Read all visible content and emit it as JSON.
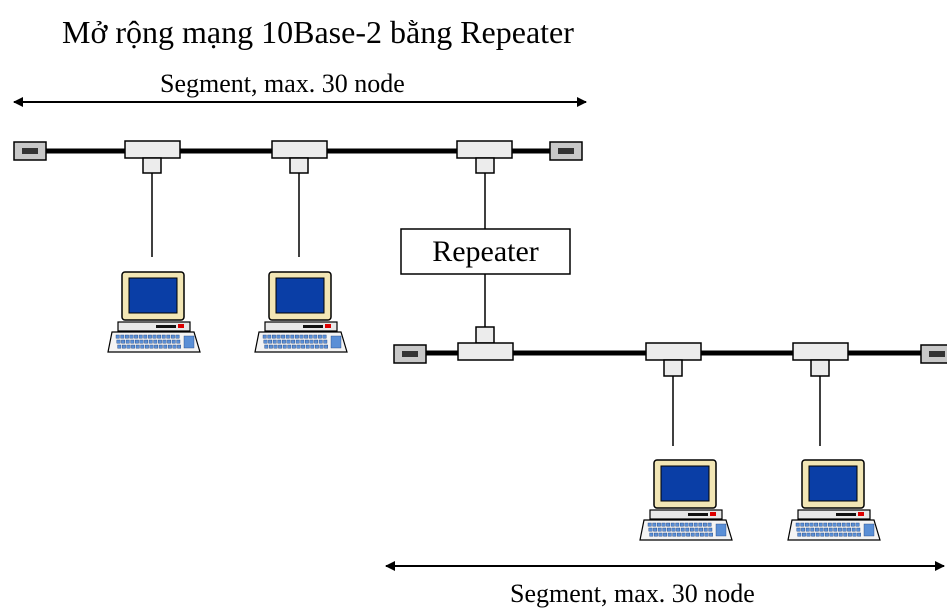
{
  "title": "Mở rộng mạng 10Base-2 bằng Repeater",
  "segment_top": {
    "label": "Segment, max. 30 node"
  },
  "segment_bottom": {
    "label": "Segment, max. 30 node"
  },
  "repeater": {
    "label": "Repeater"
  },
  "colors": {
    "cable": "#000000",
    "connector_fill": "#ececec",
    "terminator_fill": "#c8c8c8",
    "screen": "#0a3ea6",
    "monitor_body": "#f2e6b5"
  }
}
